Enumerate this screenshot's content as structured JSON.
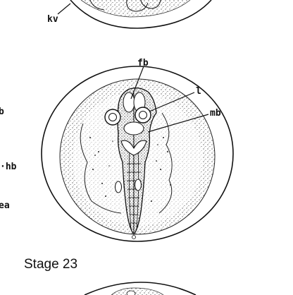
{
  "labels": {
    "kv": "kv",
    "fb": "fb",
    "l": "l",
    "mb": "mb",
    "hb": "hb",
    "b": "b",
    "ea": "ea"
  },
  "stage_label": "Stage 23"
}
